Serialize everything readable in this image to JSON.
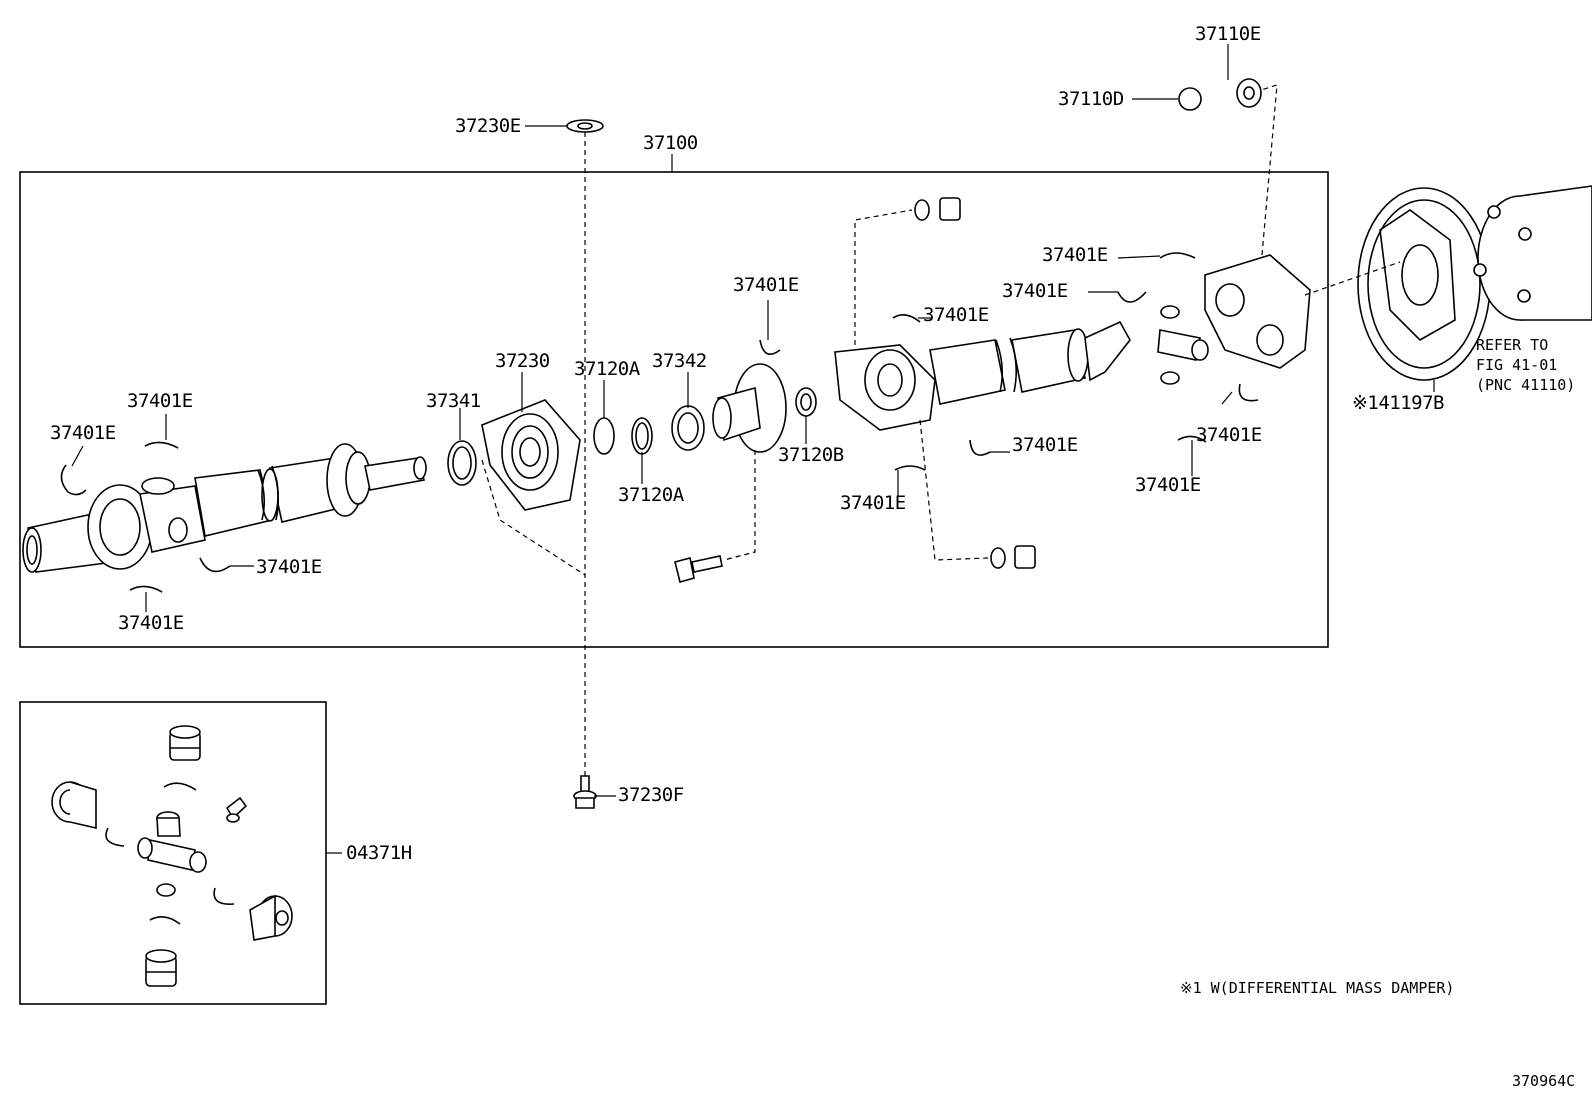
{
  "labels": {
    "p37110E": "37110E",
    "p37110D": "37110D",
    "p37230E": "37230E",
    "p37100": "37100",
    "p37401E_a": "37401E",
    "p37401E_b": "37401E",
    "p37401E_c": "37401E",
    "p37401E_d": "37401E",
    "p37401E_e": "37401E",
    "p37401E_f": "37401E",
    "p37401E_g": "37401E",
    "p37401E_h": "37401E",
    "p37401E_i": "37401E",
    "p37401E_j": "37401E",
    "p37401E_k": "37401E",
    "p37401E_l": "37401E",
    "p37230": "37230",
    "p37120A_a": "37120A",
    "p37120A_b": "37120A",
    "p37342": "37342",
    "p37341": "37341",
    "p37120B": "37120B",
    "p41197B": "※141197B",
    "p37230F": "37230F",
    "p04371H": "04371H"
  },
  "notes": {
    "refer_line1": "REFER TO",
    "refer_line2": "FIG 41-01",
    "refer_line3": "(PNC 41110)",
    "footnote": "※1 W(DIFFERENTIAL MASS DAMPER)",
    "figure_code": "370964C"
  }
}
